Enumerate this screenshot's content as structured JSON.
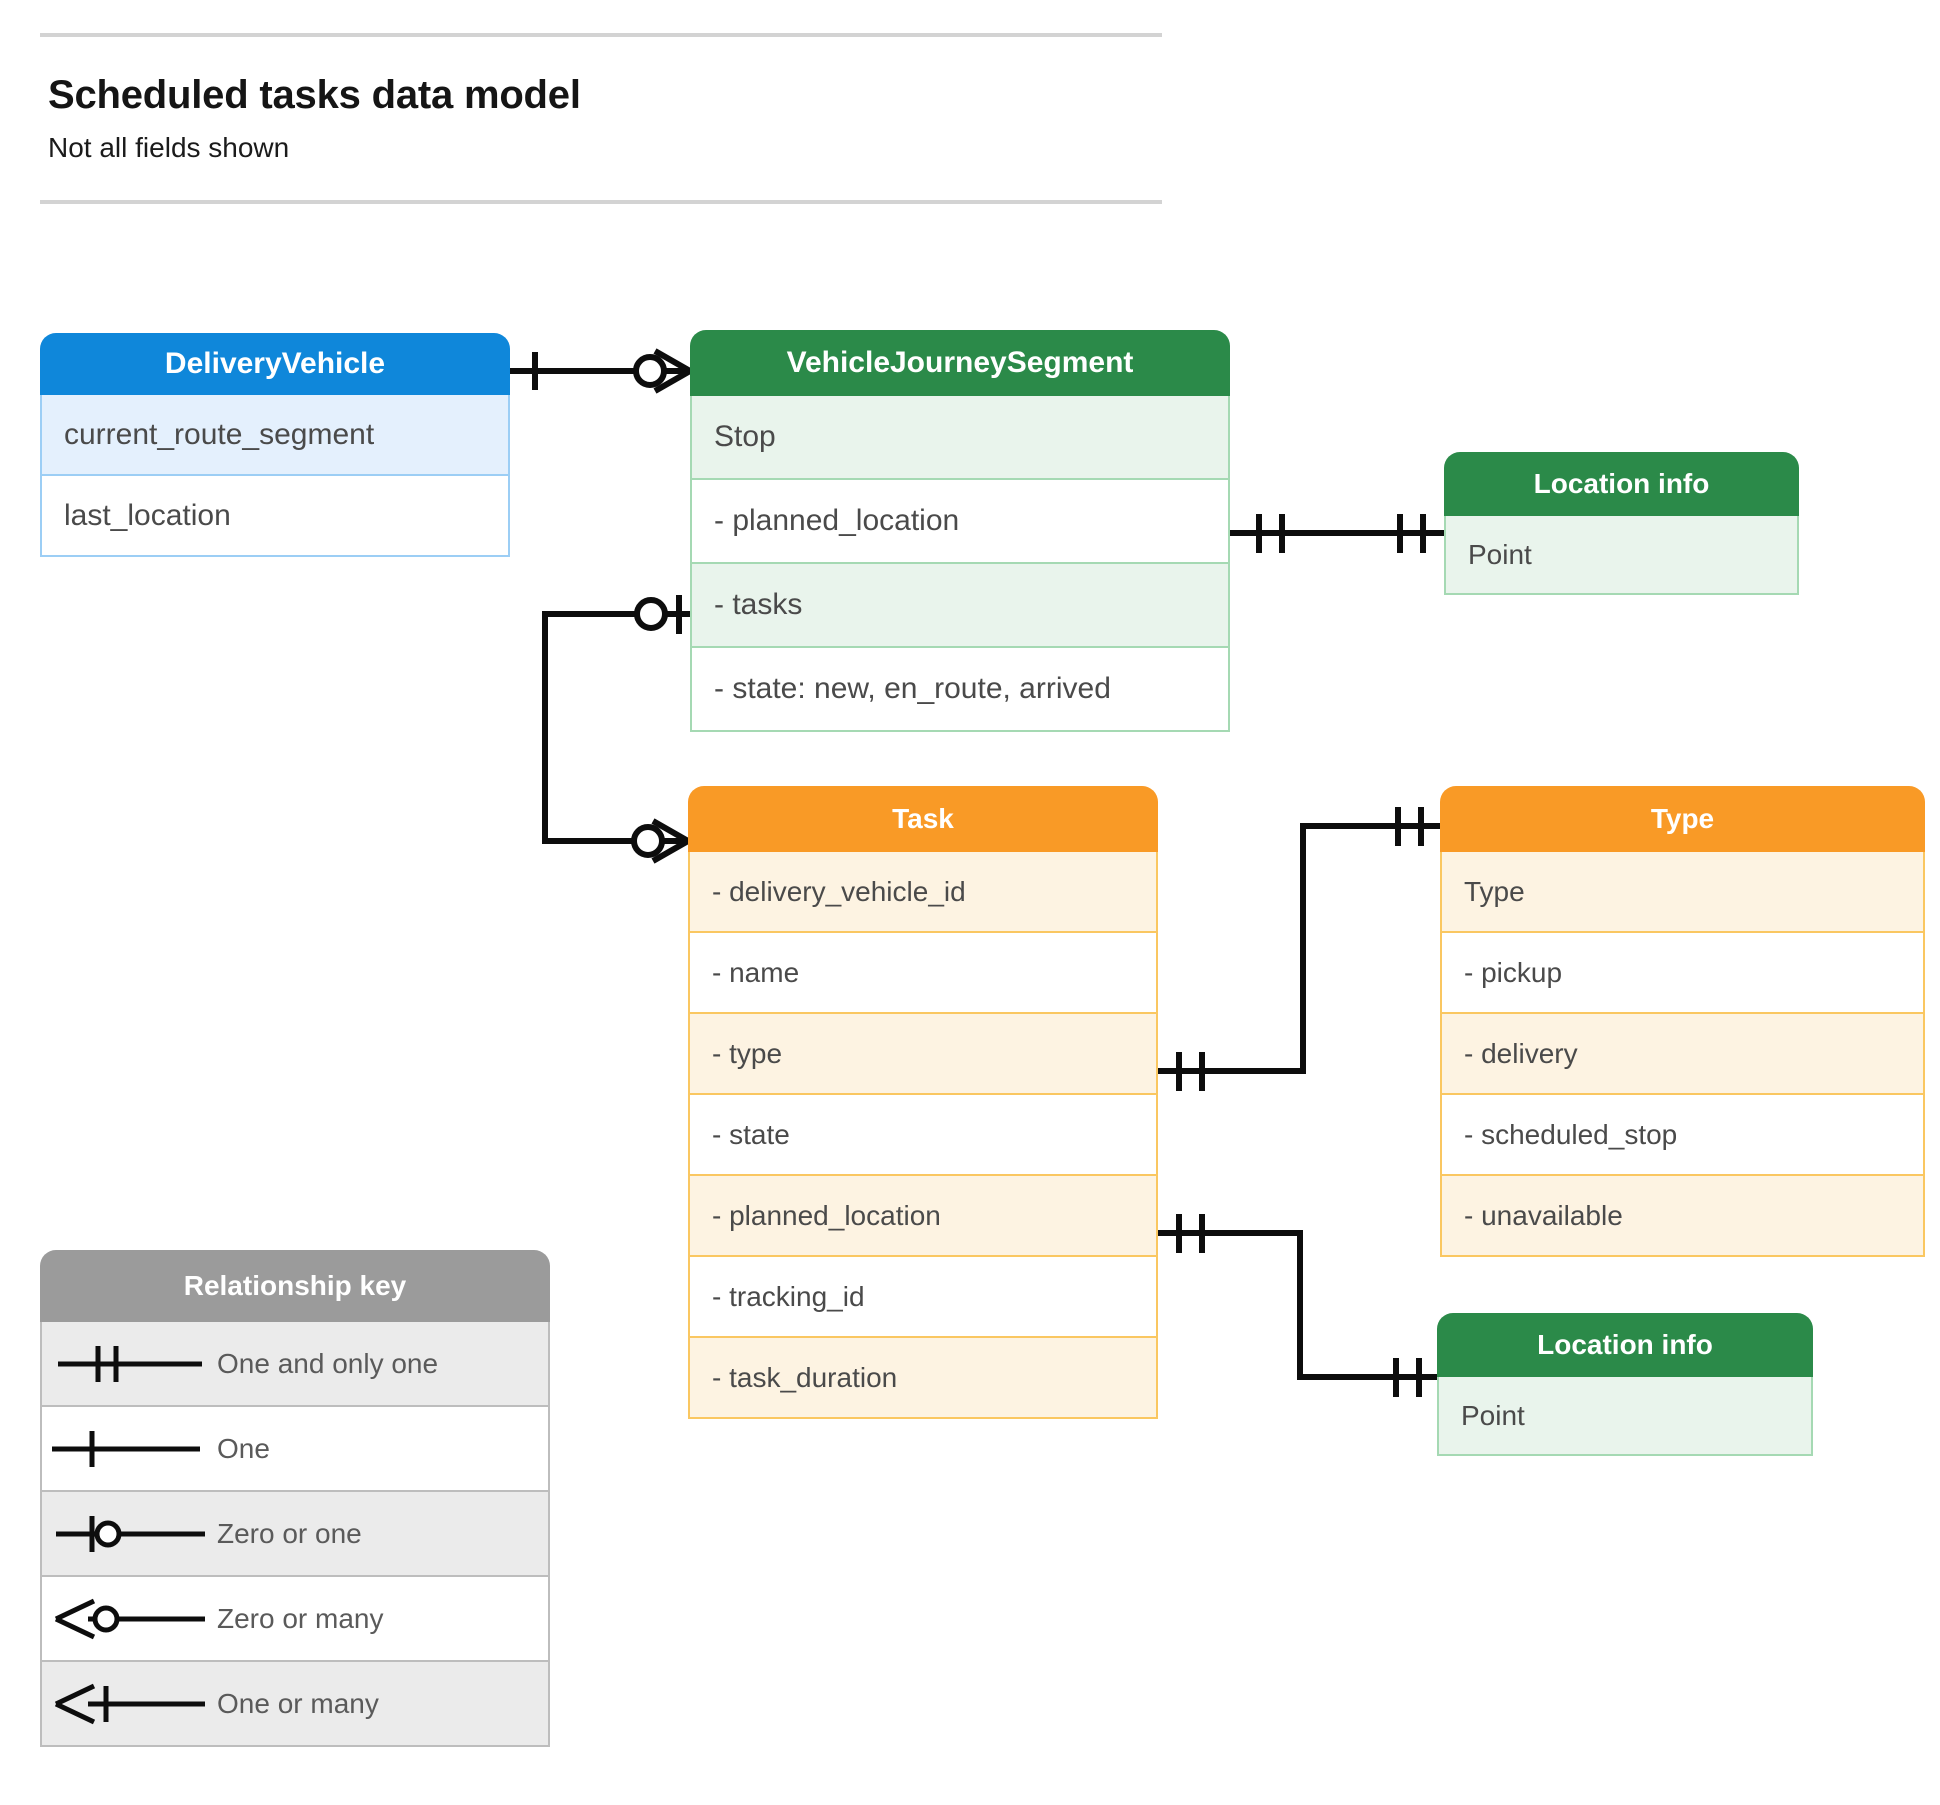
{
  "header": {
    "title": "Scheduled tasks data model",
    "subtitle": "Not all fields shown"
  },
  "entities": [
    {
      "id": "delivery_vehicle",
      "title": "DeliveryVehicle",
      "color": "#0f87da",
      "rows": [
        "current_route_segment",
        "last_location"
      ]
    },
    {
      "id": "vehicle_journey_segment",
      "title": "VehicleJourneySegment",
      "color": "#2b8a49",
      "rows": [
        "Stop",
        "-  planned_location",
        "- tasks",
        "- state: new, en_route, arrived"
      ]
    },
    {
      "id": "location_info_top",
      "title": "Location info",
      "color": "#2b8a49",
      "rows": [
        "Point"
      ]
    },
    {
      "id": "task",
      "title": "Task",
      "color": "#f99a26",
      "rows": [
        "- delivery_vehicle_id",
        "- name",
        "- type",
        "- state",
        "- planned_location",
        "- tracking_id",
        "- task_duration"
      ]
    },
    {
      "id": "type",
      "title": "Type",
      "color": "#f99a26",
      "rows": [
        "Type",
        "-   pickup",
        "-   delivery",
        "-   scheduled_stop",
        "-   unavailable"
      ]
    },
    {
      "id": "location_info_bottom",
      "title": "Location info",
      "color": "#2b8a49",
      "rows": [
        "Point"
      ]
    }
  ],
  "legend": {
    "title": "Relationship key",
    "items": [
      {
        "symbol": "one-and-only-one-symbol",
        "label": "One and only one"
      },
      {
        "symbol": "one-symbol",
        "label": "One"
      },
      {
        "symbol": "zero-or-one-symbol",
        "label": "Zero or one"
      },
      {
        "symbol": "zero-or-many-symbol",
        "label": "Zero or many"
      },
      {
        "symbol": "one-or-many-symbol",
        "label": "One or many"
      }
    ]
  },
  "relationships": [
    {
      "from": "DeliveryVehicle",
      "from_cardinality": "One",
      "to": "VehicleJourneySegment",
      "to_cardinality": "Zero or many"
    },
    {
      "from": "VehicleJourneySegment.tasks",
      "from_cardinality": "Zero or one",
      "to": "Task",
      "to_cardinality": "Zero or many"
    },
    {
      "from": "VehicleJourneySegment.planned_location",
      "from_cardinality": "One and only one",
      "to": "Location info",
      "to_cardinality": "One and only one"
    },
    {
      "from": "Task.type",
      "from_cardinality": "One and only one",
      "to": "Type",
      "to_cardinality": "One and only one"
    },
    {
      "from": "Task.planned_location",
      "from_cardinality": "One and only one",
      "to": "Location info",
      "to_cardinality": "One and only one"
    }
  ],
  "colors": {
    "blue_header": "#0f87da",
    "green_header": "#2b8a49",
    "orange_header": "#f99a26",
    "grey_header": "#9b9b9b",
    "line": "#0d0d0d",
    "rule": "#d3d3d3"
  }
}
